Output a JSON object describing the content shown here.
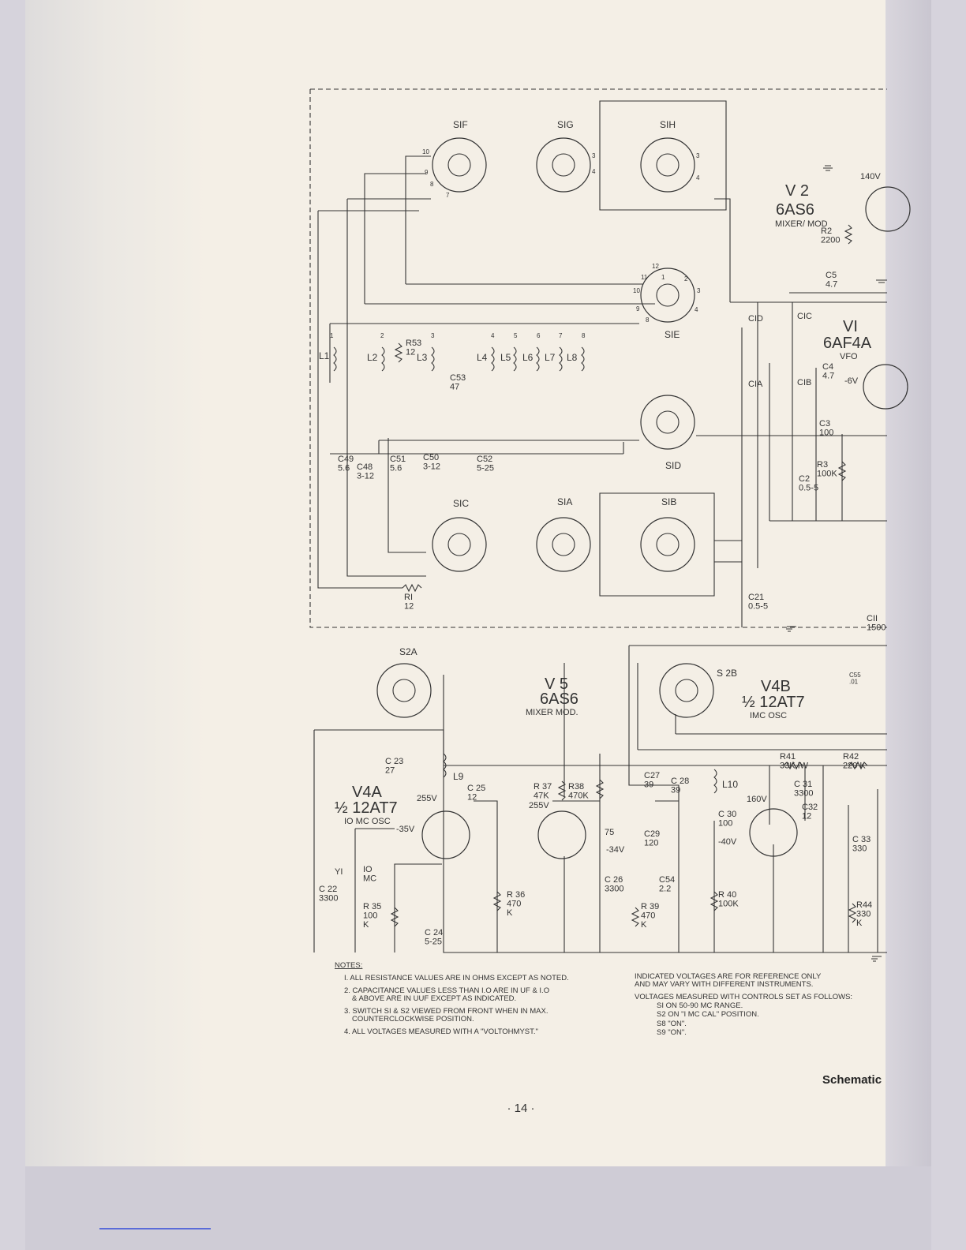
{
  "switches": {
    "top": [
      "SIF",
      "SIG",
      "SIH"
    ],
    "middle": [
      "SIE",
      "SID"
    ],
    "bottom": [
      "SIC",
      "SIA",
      "SIB"
    ],
    "lower": [
      "S2A",
      "S 2B"
    ]
  },
  "pin_numbers": [
    "1",
    "2",
    "3",
    "4",
    "5",
    "6",
    "7",
    "8",
    "9",
    "10",
    "11",
    "12"
  ],
  "tubes": {
    "v2": {
      "name": "V 2",
      "type": "6AS6",
      "role": "MIXER/\nMOD"
    },
    "v1": {
      "name": "VI",
      "type": "6AF4A",
      "role": "VFO"
    },
    "v5": {
      "name": "V 5",
      "type": "6AS6",
      "role": "MIXER MOD."
    },
    "v4b": {
      "name": "V4B",
      "type": "½ 12AT7",
      "role": "IMC OSC"
    },
    "v4a": {
      "name": "V4A",
      "type": "½ 12AT7",
      "role": "IO MC OSC"
    }
  },
  "components": {
    "coils": [
      "L1",
      "L2",
      "L3",
      "L4",
      "L5",
      "L6",
      "L7",
      "L8",
      "L9",
      "L10"
    ],
    "r53": "R53\n12",
    "r1": "RI\n12",
    "r2": "R2\n2200",
    "r3": "R3\n100K",
    "c1d": "CID",
    "c1c": "CIC",
    "c1a": "CIA",
    "c1b": "CIB",
    "c5": "C5\n4.7",
    "c4": "C4\n4.7",
    "c3": "C3\n100",
    "c2": "C2\n0.5-5",
    "c21": "C21\n0.5-5",
    "c11": "CII\n1500",
    "c53": "C53\n47",
    "c49": "C49\n5.6",
    "c48": "C48\n3-12",
    "c51": "C51\n5.6",
    "c50": "C50\n3-12",
    "c52": "C52\n5-25",
    "c55": "C55\n.01",
    "c23": "C 23\n27",
    "c25": "C 25\n12",
    "r37": "R 37\n47K",
    "r38": "R38\n470K",
    "c27": "C27\n39",
    "c28": "C 28\n39",
    "r41": "R41\n33K,IW",
    "c31": "C 31\n3300",
    "r42": "R42\n220 K",
    "c32": "C32\n12",
    "c30": "C 30\n100",
    "c29": "C29\n120",
    "c33": "C 33\n330",
    "y1": "YI",
    "y1_value": "IO\nMC",
    "c22": "C 22\n3300",
    "r35": "R 35\n100\nK",
    "c24": "C 24\n5-25",
    "r36": "R 36\n470\nK",
    "c26": "C 26\n3300",
    "r39": "R 39\n470\nK",
    "c54": "C54\n2.2",
    "r40": "R 40\n100K",
    "r44": "R44\n330\nK"
  },
  "voltages": {
    "v2_plate": "140V",
    "v1_grid": "-6V",
    "v4a_plate": "255V",
    "v4a_grid": "-35V",
    "v5_plate": "255V",
    "v5_screen": "75",
    "v5_grid": "-34V",
    "v4b_plate": "160V",
    "v4b_grid": "-40V"
  },
  "notes": {
    "heading": "NOTES:",
    "items": [
      "I. ALL RESISTANCE VALUES ARE IN OHMS EXCEPT AS NOTED.",
      "2. CAPACITANCE VALUES LESS THAN I.O ARE IN UF & I.O",
      "& ABOVE ARE IN UUF EXCEPT AS INDICATED.",
      "3. SWITCH SI & S2 VIEWED FROM FRONT WHEN IN MAX.",
      "COUNTERCLOCKWISE POSITION.",
      "4. ALL VOLTAGES MEASURED WITH A \"VOLTOHMYST.\""
    ],
    "right": [
      "INDICATED VOLTAGES ARE FOR REFERENCE ONLY",
      "AND MAY VARY WITH DIFFERENT INSTRUMENTS.",
      "VOLTAGES MEASURED WITH CONTROLS SET AS FOLLOWS:",
      "SI ON 50-90 MC RANGE.",
      "S2 ON \"I MC CAL\" POSITION.",
      "S8 \"ON\".",
      "S9 \"ON\"."
    ]
  },
  "footer": {
    "caption": "Schematic",
    "page_number": "· 14 ·"
  }
}
